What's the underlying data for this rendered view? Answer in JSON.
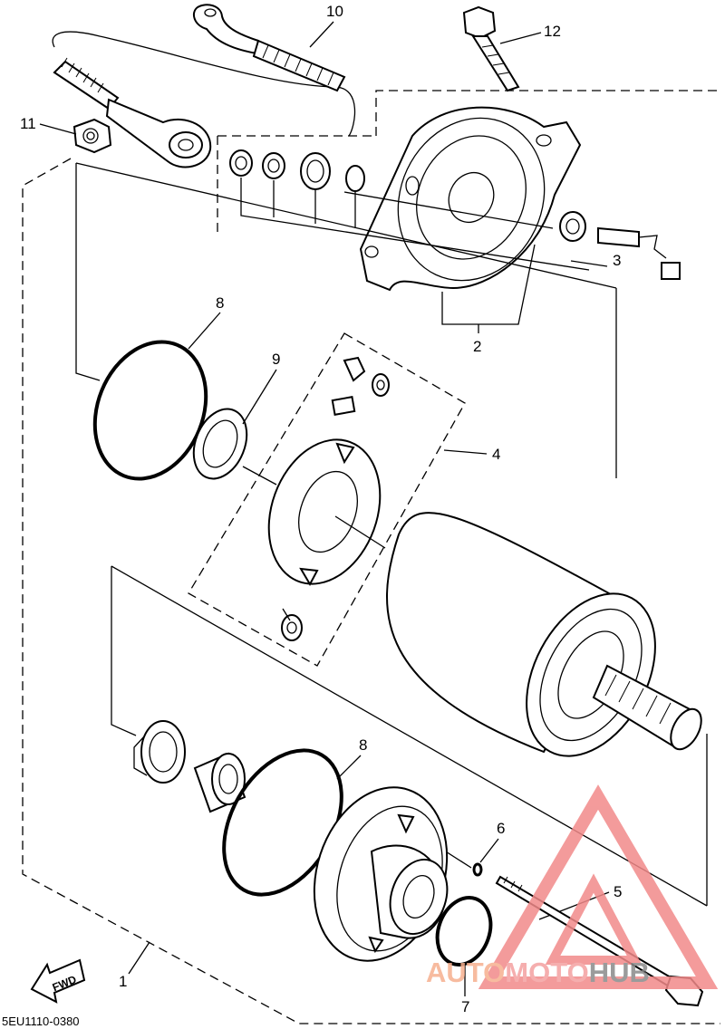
{
  "callouts": {
    "c1": "1",
    "c2": "2",
    "c3": "3",
    "c4": "4",
    "c5": "5",
    "c6": "6",
    "c7": "7",
    "c8a": "8",
    "c8b": "8",
    "c9": "9",
    "c10": "10",
    "c11": "11",
    "c12": "12"
  },
  "fwd_label": "FWD",
  "diagram_code": "5EU1110-0380",
  "watermark": {
    "part1": "AUTO",
    "part2": "MOTO",
    "part3": "HUB",
    "colors": {
      "auto": "#f6b08f",
      "moto": "#f4a0a0",
      "hub": "#8a8a8a",
      "triangle": "#f28a8a"
    }
  }
}
